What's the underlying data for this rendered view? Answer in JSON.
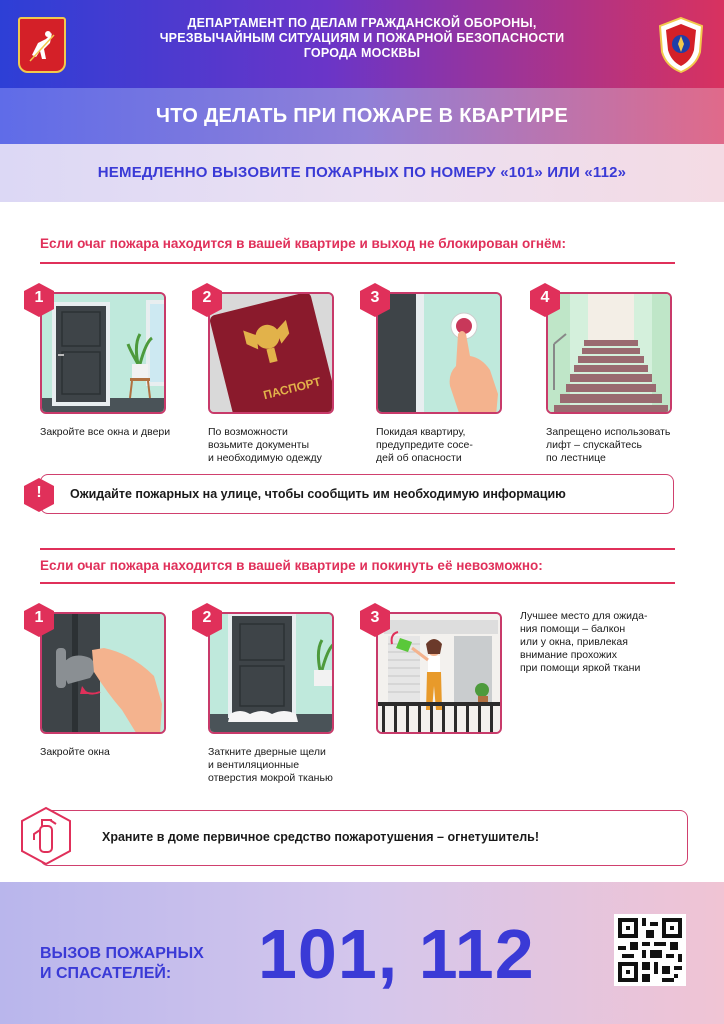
{
  "header": {
    "department_line1": "ДЕПАРТАМЕНТ ПО ДЕЛАМ ГРАЖДАНСКОЙ ОБОРОНЫ,",
    "department_line2": "ЧРЕЗВЫЧАЙНЫМ СИТУАЦИЯМ И ПОЖАРНОЙ БЕЗОПАСНОСТИ",
    "department_line3": "ГОРОДА МОСКВЫ"
  },
  "title": "ЧТО ДЕЛАТЬ ПРИ ПОЖАРЕ В КВАРТИРЕ",
  "call_banner": "НЕМЕДЛЕННО ВЫЗОВИТЕ ПОЖАРНЫХ ПО НОМЕРУ «101» ИЛИ «112»",
  "section1": {
    "heading": "Если очаг пожара находится в вашей квартире и выход не блокирован огнём:",
    "steps": [
      {
        "num": "1",
        "line1": "Закройте все окна и двери",
        "line2": "",
        "line3": ""
      },
      {
        "num": "2",
        "line1": "По возможности",
        "line2": "возьмите документы",
        "line3": "и необходимую одежду"
      },
      {
        "num": "3",
        "line1": "Покидая квартиру,",
        "line2": "предупредите сосе-",
        "line3": "дей об опасности"
      },
      {
        "num": "4",
        "line1": "Запрещено использовать",
        "line2": "лифт – спускайтесь",
        "line3": "по лестнице"
      }
    ],
    "passport_label": "ПАСПОРТ",
    "notice": "Ожидайте пожарных на улице, чтобы сообщить им необходимую информацию",
    "notice_mark": "!"
  },
  "section2": {
    "heading": "Если очаг пожара находится в вашей квартире и покинуть её невозможно:",
    "steps": [
      {
        "num": "1",
        "line1": "Закройте окна",
        "line2": "",
        "line3": ""
      },
      {
        "num": "2",
        "line1": "Заткните дверные щели",
        "line2": "и вентиляционные",
        "line3": "отверстия мокрой тканью"
      },
      {
        "num": "3",
        "line1": "Лучшее место для ожида-",
        "line2": "ния помощи – балкон",
        "line3": "или у окна, привлекая",
        "line4": "внимание прохожих",
        "line5": "при помощи яркой ткани"
      }
    ]
  },
  "extinguisher_notice": "Храните в доме первичное средство пожаротушения – огнетушитель!",
  "footer": {
    "label_line1": "ВЫЗОВ ПОЖАРНЫХ",
    "label_line2": "И СПАСАТЕЛЕЙ:",
    "numbers": "101, 112"
  },
  "colors": {
    "accent_blue": "#3a3ad6",
    "accent_red": "#e0305a",
    "card_border": "#c83a6a"
  }
}
